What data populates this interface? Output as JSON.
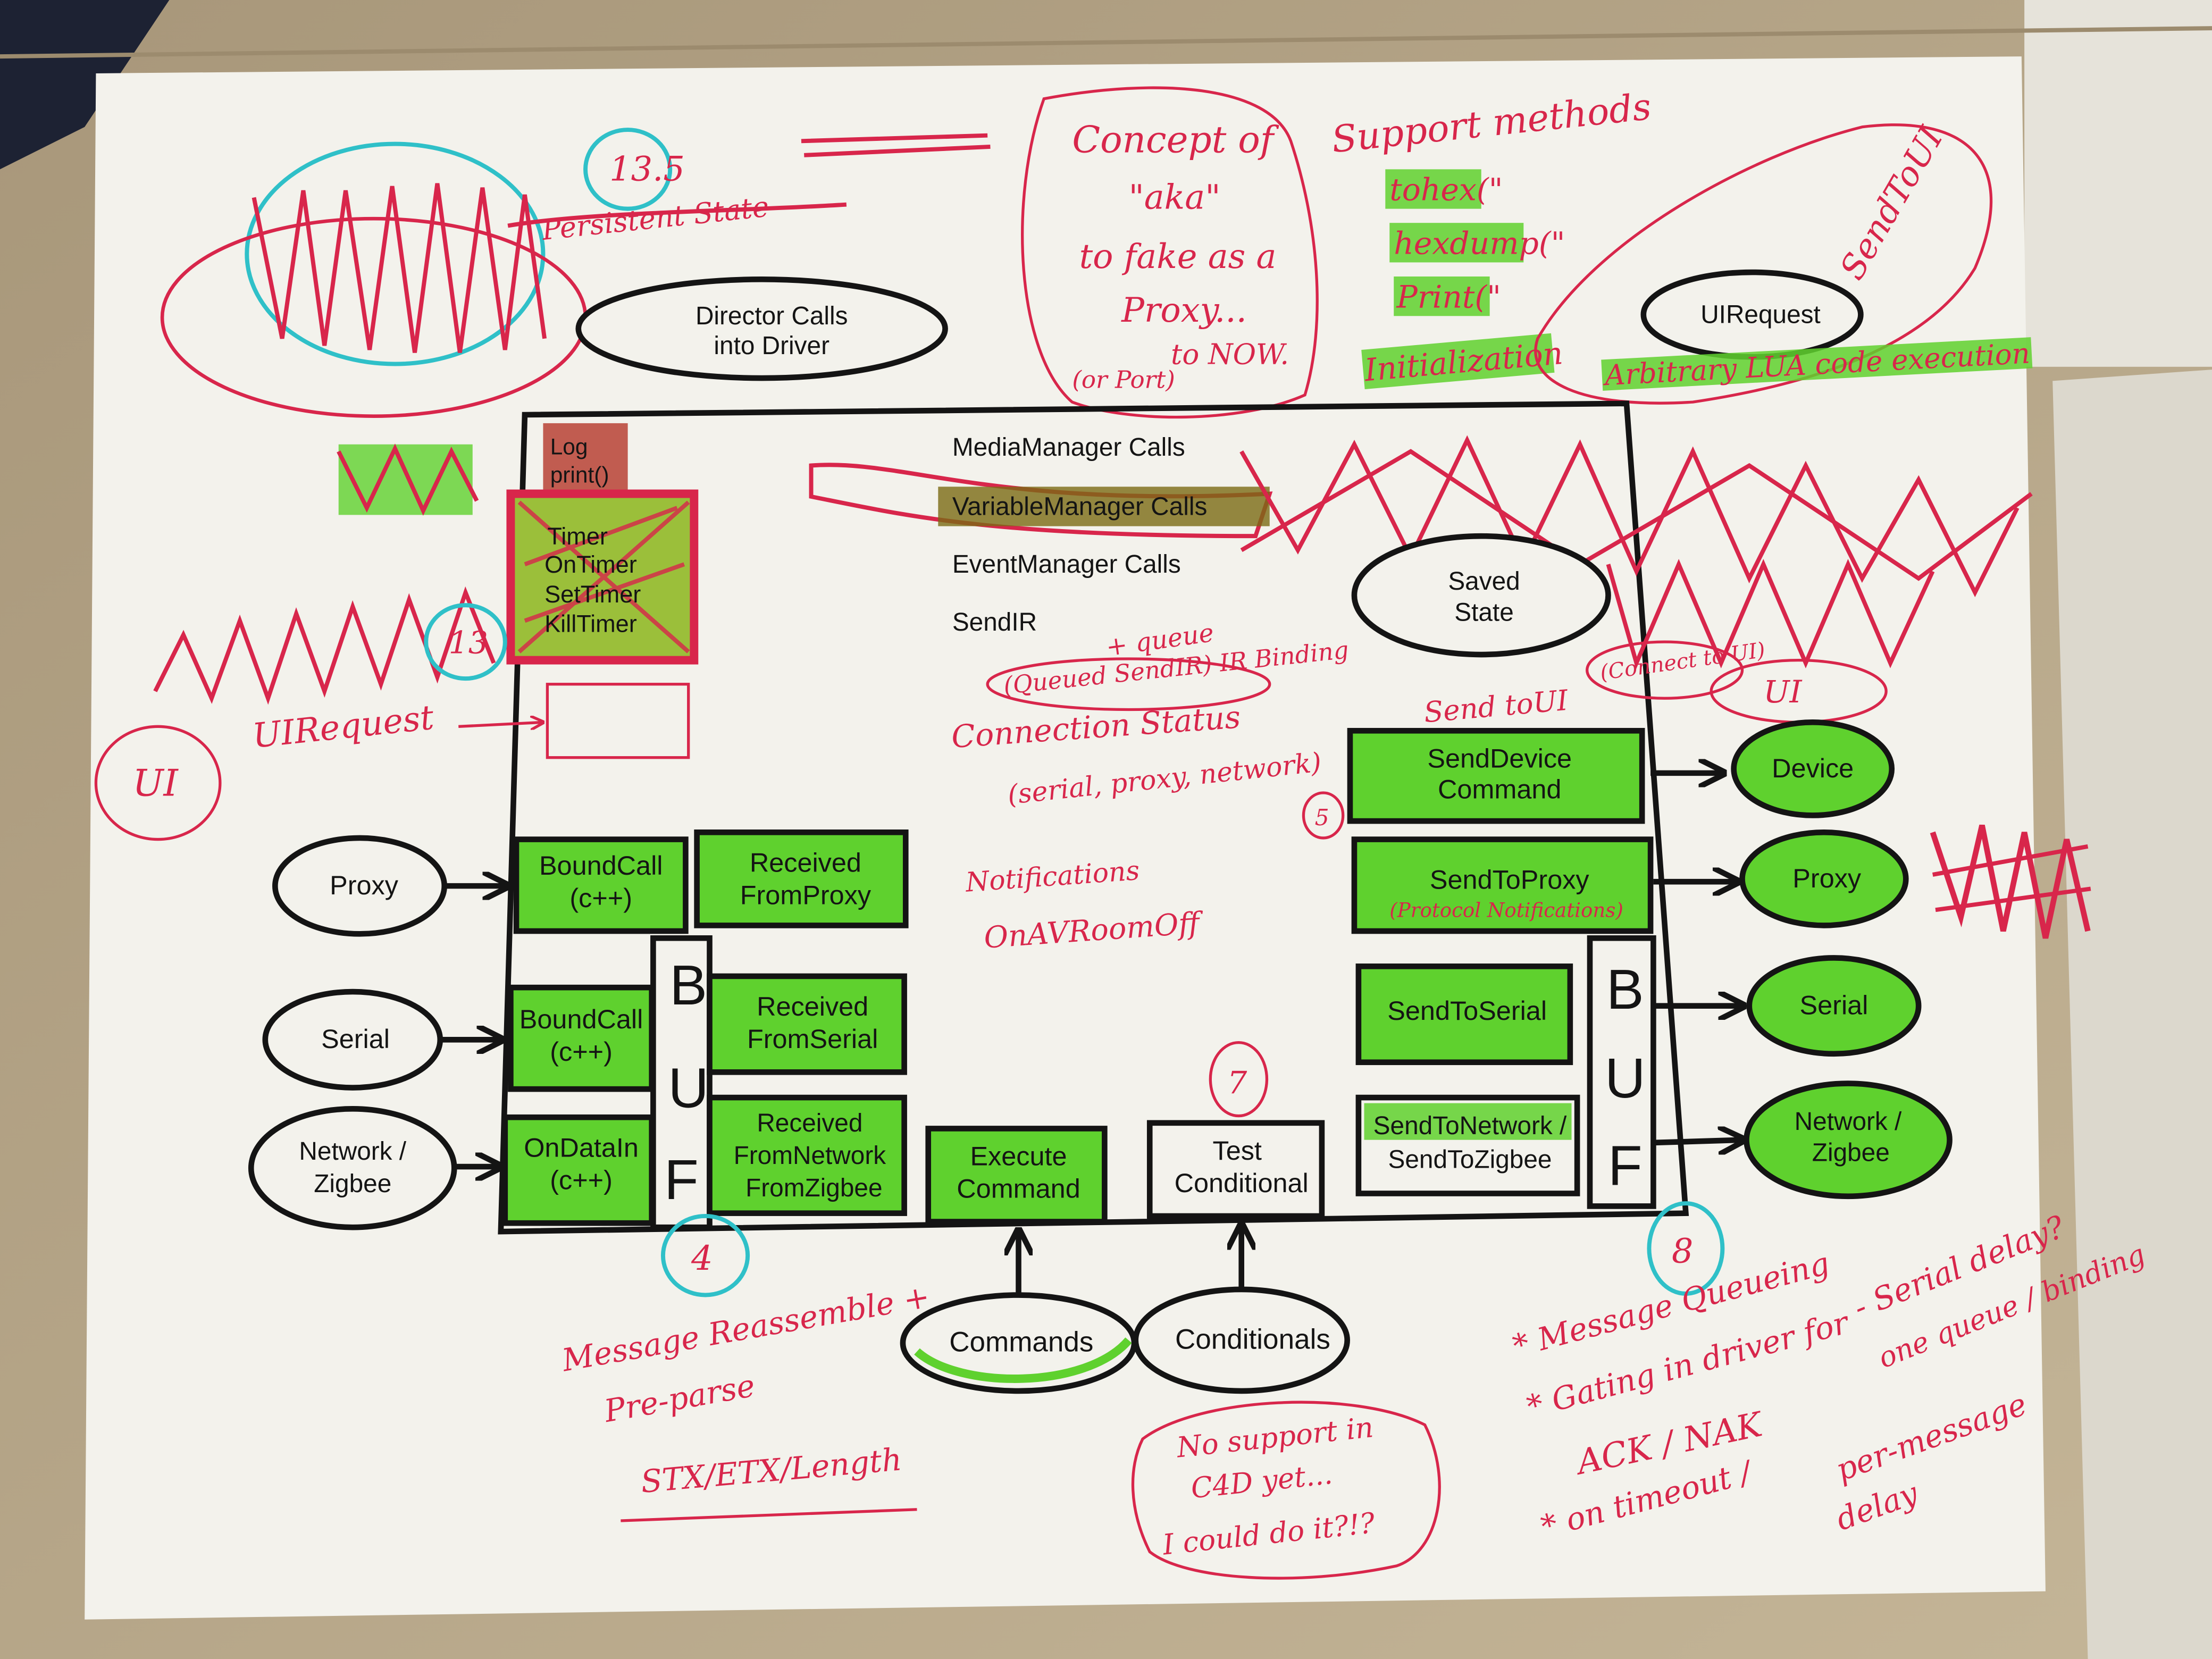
{
  "printed": {
    "director_calls": [
      "Director Calls",
      "into Driver"
    ],
    "ui_request": "UIRequest",
    "media_manager_calls": "MediaManager Calls",
    "variable_manager_calls": "VariableManager Calls",
    "event_manager_calls": "EventManager Calls",
    "send_ir": "SendIR",
    "log": [
      "Log",
      "print()"
    ],
    "timer": [
      "Timer",
      "OnTimer",
      "SetTimer",
      "KillTimer"
    ],
    "saved_state": [
      "Saved",
      "State"
    ],
    "send_device_command": [
      "SendDevice",
      "Command"
    ],
    "send_to_proxy": "SendToProxy",
    "send_to_serial": "SendToSerial",
    "send_to_network": [
      "SendToNetwork /",
      "SendToZigbee"
    ],
    "bound_call_proxy": [
      "BoundCall",
      "(c++)"
    ],
    "bound_call_serial": [
      "BoundCall",
      "(c++)"
    ],
    "on_data_in": [
      "OnDataIn",
      "(c++)"
    ],
    "received_from_proxy": [
      "Received",
      "FromProxy"
    ],
    "received_from_serial": [
      "Received",
      "FromSerial"
    ],
    "received_from_network": [
      "Received",
      "FromNetwork",
      "FromZigbee"
    ],
    "execute_command": [
      "Execute",
      "Command"
    ],
    "test_conditional": [
      "Test",
      "Conditional"
    ],
    "buf_letters": [
      "B",
      "U",
      "F"
    ],
    "in_proxy": "Proxy",
    "in_serial": "Serial",
    "in_network": [
      "Network /",
      "Zigbee"
    ],
    "out_device": "Device",
    "out_proxy": "Proxy",
    "out_serial": "Serial",
    "out_network": [
      "Network /",
      "Zigbee"
    ],
    "commands": "Commands",
    "conditionals": "Conditionals"
  },
  "handwritten": {
    "concept": [
      "Concept of",
      "\"aka\"",
      "to fake as a",
      "Proxy...",
      "(or Port)",
      "to NOW."
    ],
    "support_methods": [
      "Support methods",
      "tohex(\"",
      "hexdump(\"",
      "Print(\"",
      "Initialization"
    ],
    "persistent_state": "Persistent State",
    "send_to_ui": "SendToUI",
    "arbitrary_lua": "Arbitrary LUA code execution",
    "ui_bubble": "UI",
    "ui_request_note": "UIRequest",
    "queue_note": [
      "+ queue",
      "(Queued SendIR) IR Binding"
    ],
    "connection_status": [
      "Connection Status",
      "(serial, proxy, network)"
    ],
    "notifications": [
      "Notifications",
      "OnAVRoomOff"
    ],
    "protocol_notifications": "(Protocol Notifications)",
    "send_to_ui_mid": "Send toUI",
    "connect_ui": "(Connect to UI)",
    "reassemble": [
      "Message Reassemble +",
      "Pre-parse",
      "STX/ETX/Length"
    ],
    "no_support": [
      "No support in",
      "C4D yet...",
      "I could do it?!?"
    ],
    "queueing": [
      "* Message Queueing",
      "* Gating in driver for",
      "ACK / NAK",
      "* on timeout /",
      "- Serial delay?",
      "one queue / binding",
      "per-message",
      "delay"
    ],
    "numbers": [
      "13.5",
      "13",
      "5",
      "4",
      "7",
      "8"
    ]
  },
  "colors": {
    "paper": "#f3f2ec",
    "highlight_green": "#5fd12e",
    "marker_red": "#d8264b",
    "marker_cyan": "#2fc0c8",
    "ink": "#141414",
    "table": "#b9a98c"
  }
}
